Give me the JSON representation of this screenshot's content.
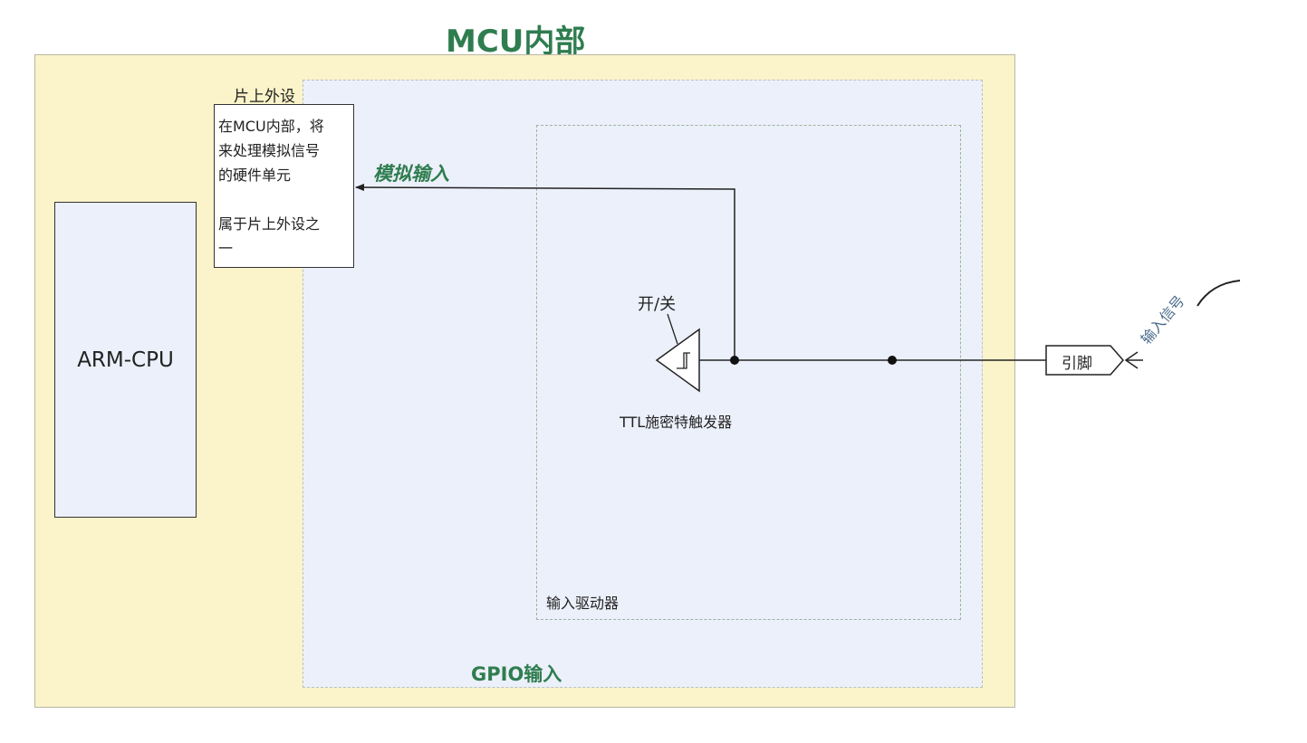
{
  "diagram": {
    "title": "MCU内部",
    "cpu_label": "ARM-CPU",
    "peripheral": {
      "title": "片上外设",
      "description_line1": "在MCU内部，将",
      "description_line2": "来处理模拟信号",
      "description_line3": "的硬件单元",
      "description_line4": "属于片上外设之",
      "description_line5": "一"
    },
    "analog_input_label": "模拟输入",
    "switch_label": "开/关",
    "trigger_label": "TTL施密特触发器",
    "input_driver_label": "输入驱动器",
    "gpio_label": "GPIO输入",
    "pin_label": "引脚",
    "input_signal_label": "输入信号",
    "colors": {
      "title_green": "#2f7d4f",
      "mcu_fill": "#fbf3c9",
      "gpio_fill": "#ecf0fa",
      "signal_blue": "#4a6b8c"
    }
  }
}
